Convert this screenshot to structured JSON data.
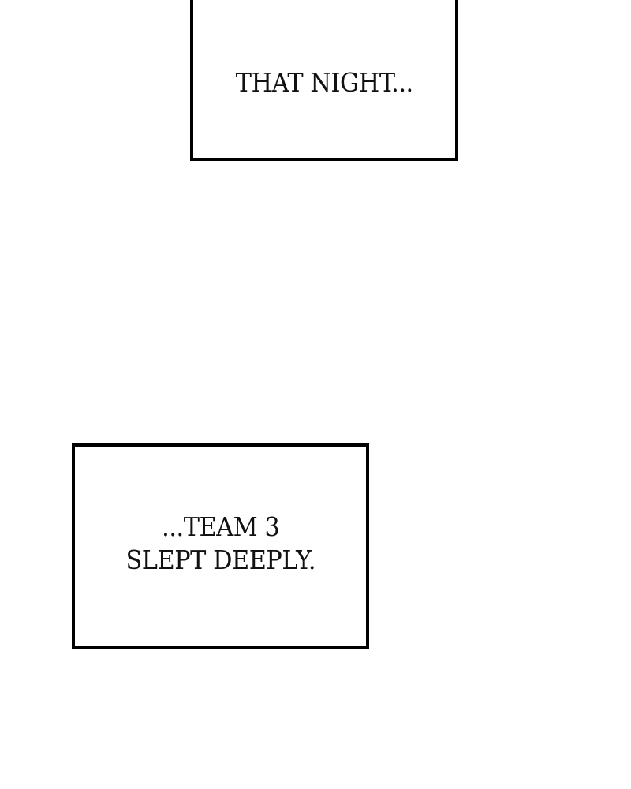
{
  "panels": [
    {
      "lines": [
        "THAT NIGHT..."
      ]
    },
    {
      "lines": [
        "...TEAM 3",
        "SLEPT DEEPLY."
      ]
    }
  ]
}
